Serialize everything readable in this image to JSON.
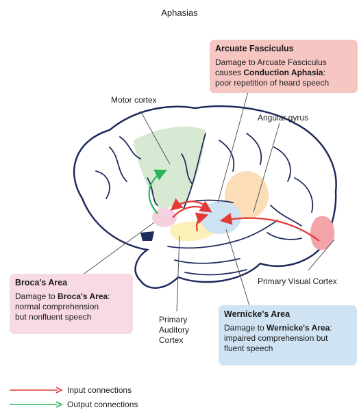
{
  "title": "Aphasias",
  "labels": {
    "motor_cortex": "Motor cortex",
    "angular_gyrus": "Angular gyrus",
    "primary_visual_cortex": "Primary Visual Cortex",
    "primary_auditory_cortex_1": "Primary",
    "primary_auditory_cortex_2": "Auditory",
    "primary_auditory_cortex_3": "Cortex"
  },
  "boxes": {
    "arcuate": {
      "heading": "Arcuate Fasciculus",
      "line1": "Damage to Arcuate Fasciculus",
      "line2_pre": "causes ",
      "line2_bold": "Conduction Aphasia",
      "line2_post": ":",
      "line3": "poor repetition of heard speech"
    },
    "broca": {
      "heading": "Broca's Area",
      "line1_pre": "Damage to ",
      "line1_bold": "Broca's Area",
      "line1_post": ":",
      "line2": "normal comprehension",
      "line3": "but nonfluent speech"
    },
    "wernicke": {
      "heading": "Wernicke's Area",
      "line1_pre": "Damage to ",
      "line1_bold": "Wernicke's Area",
      "line1_post": ":",
      "line2": "impaired comprehension but",
      "line3": "fluent speech"
    }
  },
  "legend": {
    "input": "Input connections",
    "output": "Output connections"
  },
  "colors": {
    "input_arrow": "#e53935",
    "output_arrow": "#2bb55a",
    "motor_region": "#d5e8d0",
    "angular_region": "#fbdcb4",
    "visual_region": "#f4a3a8",
    "broca_region": "#f6cfe0",
    "wernicke_region": "#cde3f3",
    "auditory_region": "#fbf1b8"
  }
}
